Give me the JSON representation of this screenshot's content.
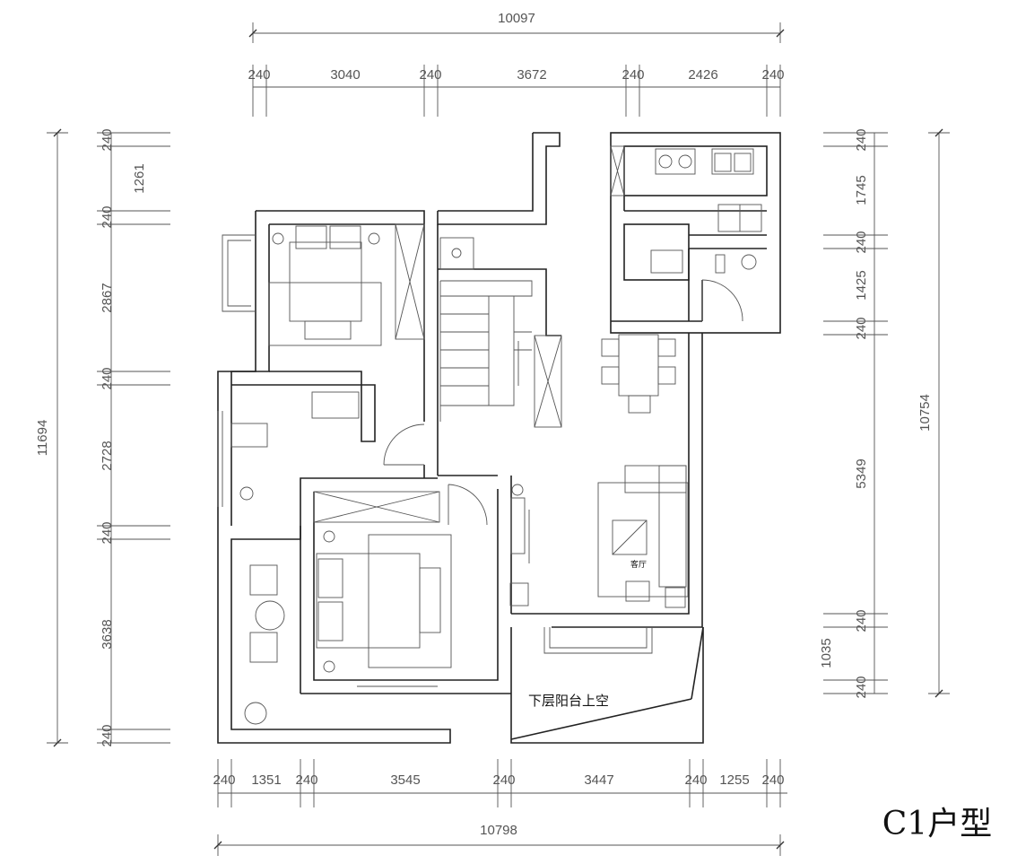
{
  "title": "C1户型",
  "top_overall": "10097",
  "top_segments": [
    "240",
    "3040",
    "240",
    "3672",
    "240",
    "2426",
    "240"
  ],
  "bottom_overall": "10798",
  "bottom_segments": [
    "240",
    "1351",
    "240",
    "3545",
    "240",
    "3447",
    "240",
    "1255",
    "240"
  ],
  "left_overall": "11694",
  "left_segments": [
    "240",
    "1261",
    "240",
    "2867",
    "240",
    "2728",
    "240",
    "3638",
    "240"
  ],
  "right_overall": "10754",
  "right_segments": [
    "240",
    "1745",
    "240",
    "1425",
    "240",
    "5349",
    "240",
    "1035",
    "240"
  ],
  "balcony_label": "下层阳台上空",
  "living_label": "客厅"
}
